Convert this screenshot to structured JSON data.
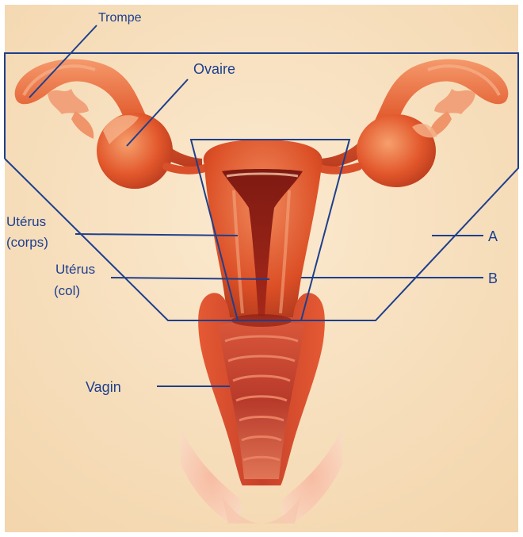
{
  "diagram": {
    "labels": {
      "trompe": "Trompe",
      "ovaire": "Ovaire",
      "uterus_corps_line1": "Utérus",
      "uterus_corps_line2": "(corps)",
      "uterus_col_line1": "Utérus",
      "uterus_col_line2": "(col)",
      "vagin": "Vagin",
      "a": "A",
      "b": "B"
    },
    "colors": {
      "background": "#f8e2c0",
      "line": "#1e3f8c",
      "label": "#1d3f8f",
      "tissue": "#e4572e",
      "tissue_dark": "#a8231a",
      "tissue_light": "#f4a27c"
    }
  }
}
